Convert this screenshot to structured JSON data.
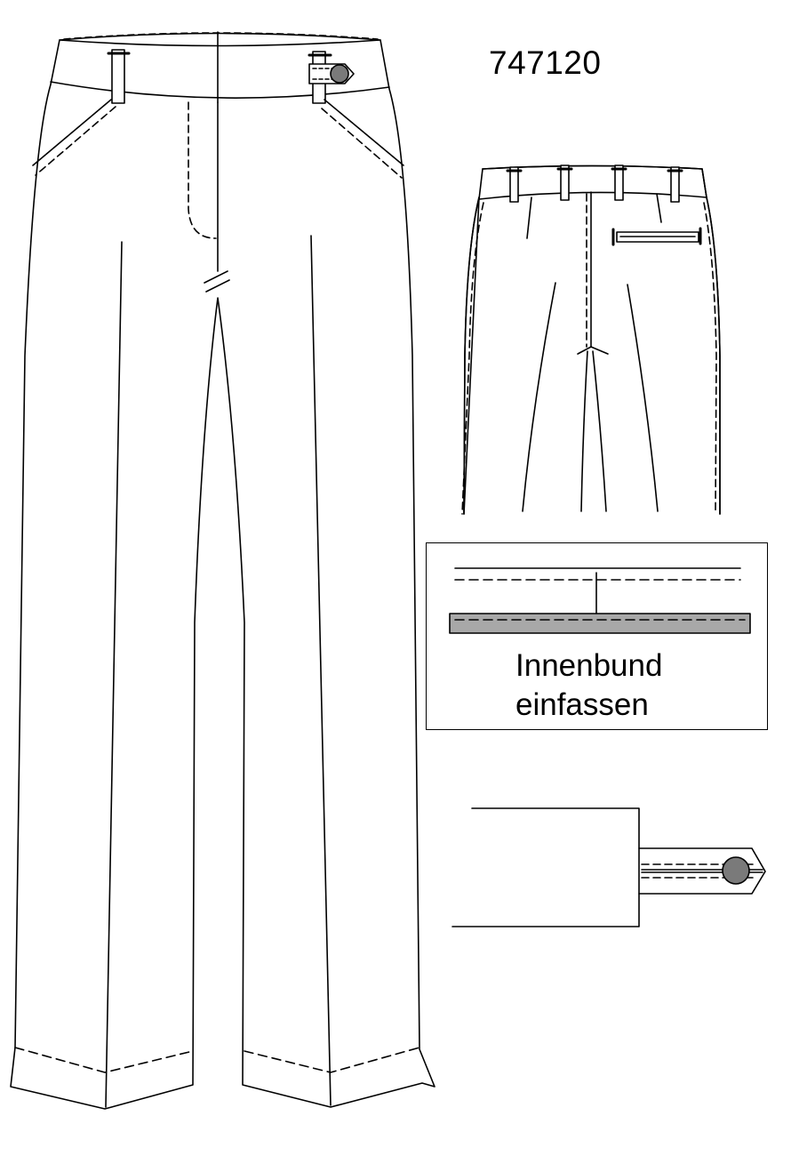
{
  "model_number": "747120",
  "detail_caption": {
    "line1": "Innenbund",
    "line2": "einfassen"
  },
  "colors": {
    "line": "#000000",
    "fill": "#ffffff",
    "button": "#7a7a7a",
    "binding": "#a8a8a8"
  }
}
